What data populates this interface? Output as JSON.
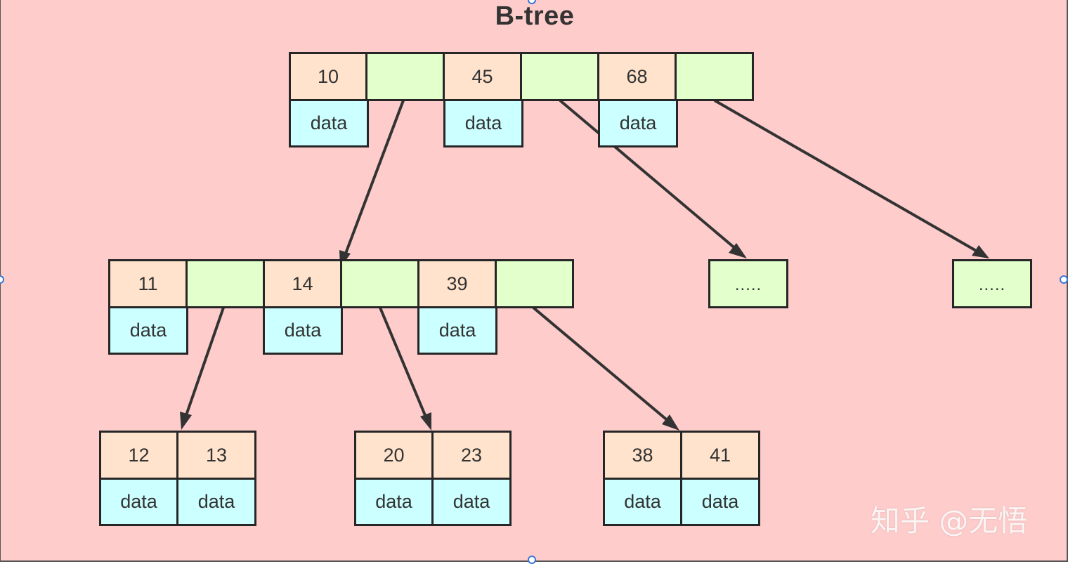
{
  "title": "B-tree",
  "watermark": "知乎 @无悟",
  "root": {
    "keys": [
      "10",
      "45",
      "68"
    ],
    "data": [
      "data",
      "data",
      "data"
    ]
  },
  "level2": {
    "left": {
      "keys": [
        "11",
        "14",
        "39"
      ],
      "data": [
        "data",
        "data",
        "data"
      ]
    },
    "middle": {
      "label": "....."
    },
    "right": {
      "label": "....."
    }
  },
  "leaves": [
    {
      "keys": [
        "12",
        "13"
      ],
      "data": [
        "data",
        "data"
      ]
    },
    {
      "keys": [
        "20",
        "23"
      ],
      "data": [
        "data",
        "data"
      ]
    },
    {
      "keys": [
        "38",
        "41"
      ],
      "data": [
        "data",
        "data"
      ]
    }
  ],
  "colors": {
    "background": "#ffcccc",
    "key_cell": "#ffe3cc",
    "pointer_cell": "#e2ffcc",
    "data_cell": "#ccffff",
    "border": "#262626",
    "arrow": "#333333"
  }
}
